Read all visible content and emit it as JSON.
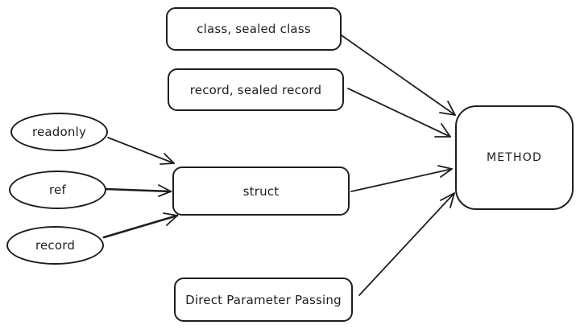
{
  "diagram": {
    "nodes": {
      "class": "class, sealed class",
      "record_class": "record, sealed record",
      "readonly": "readonly",
      "ref": "ref",
      "record": "record",
      "struct": "struct",
      "direct": "Direct Parameter Passing",
      "method": "METHOD"
    },
    "edges": [
      {
        "from": "class",
        "to": "method"
      },
      {
        "from": "record_class",
        "to": "method"
      },
      {
        "from": "readonly",
        "to": "struct"
      },
      {
        "from": "ref",
        "to": "struct"
      },
      {
        "from": "record",
        "to": "struct"
      },
      {
        "from": "struct",
        "to": "method"
      },
      {
        "from": "direct",
        "to": "method"
      }
    ],
    "stroke_color": "#1e1e1e",
    "background_color": "#ffffff"
  }
}
